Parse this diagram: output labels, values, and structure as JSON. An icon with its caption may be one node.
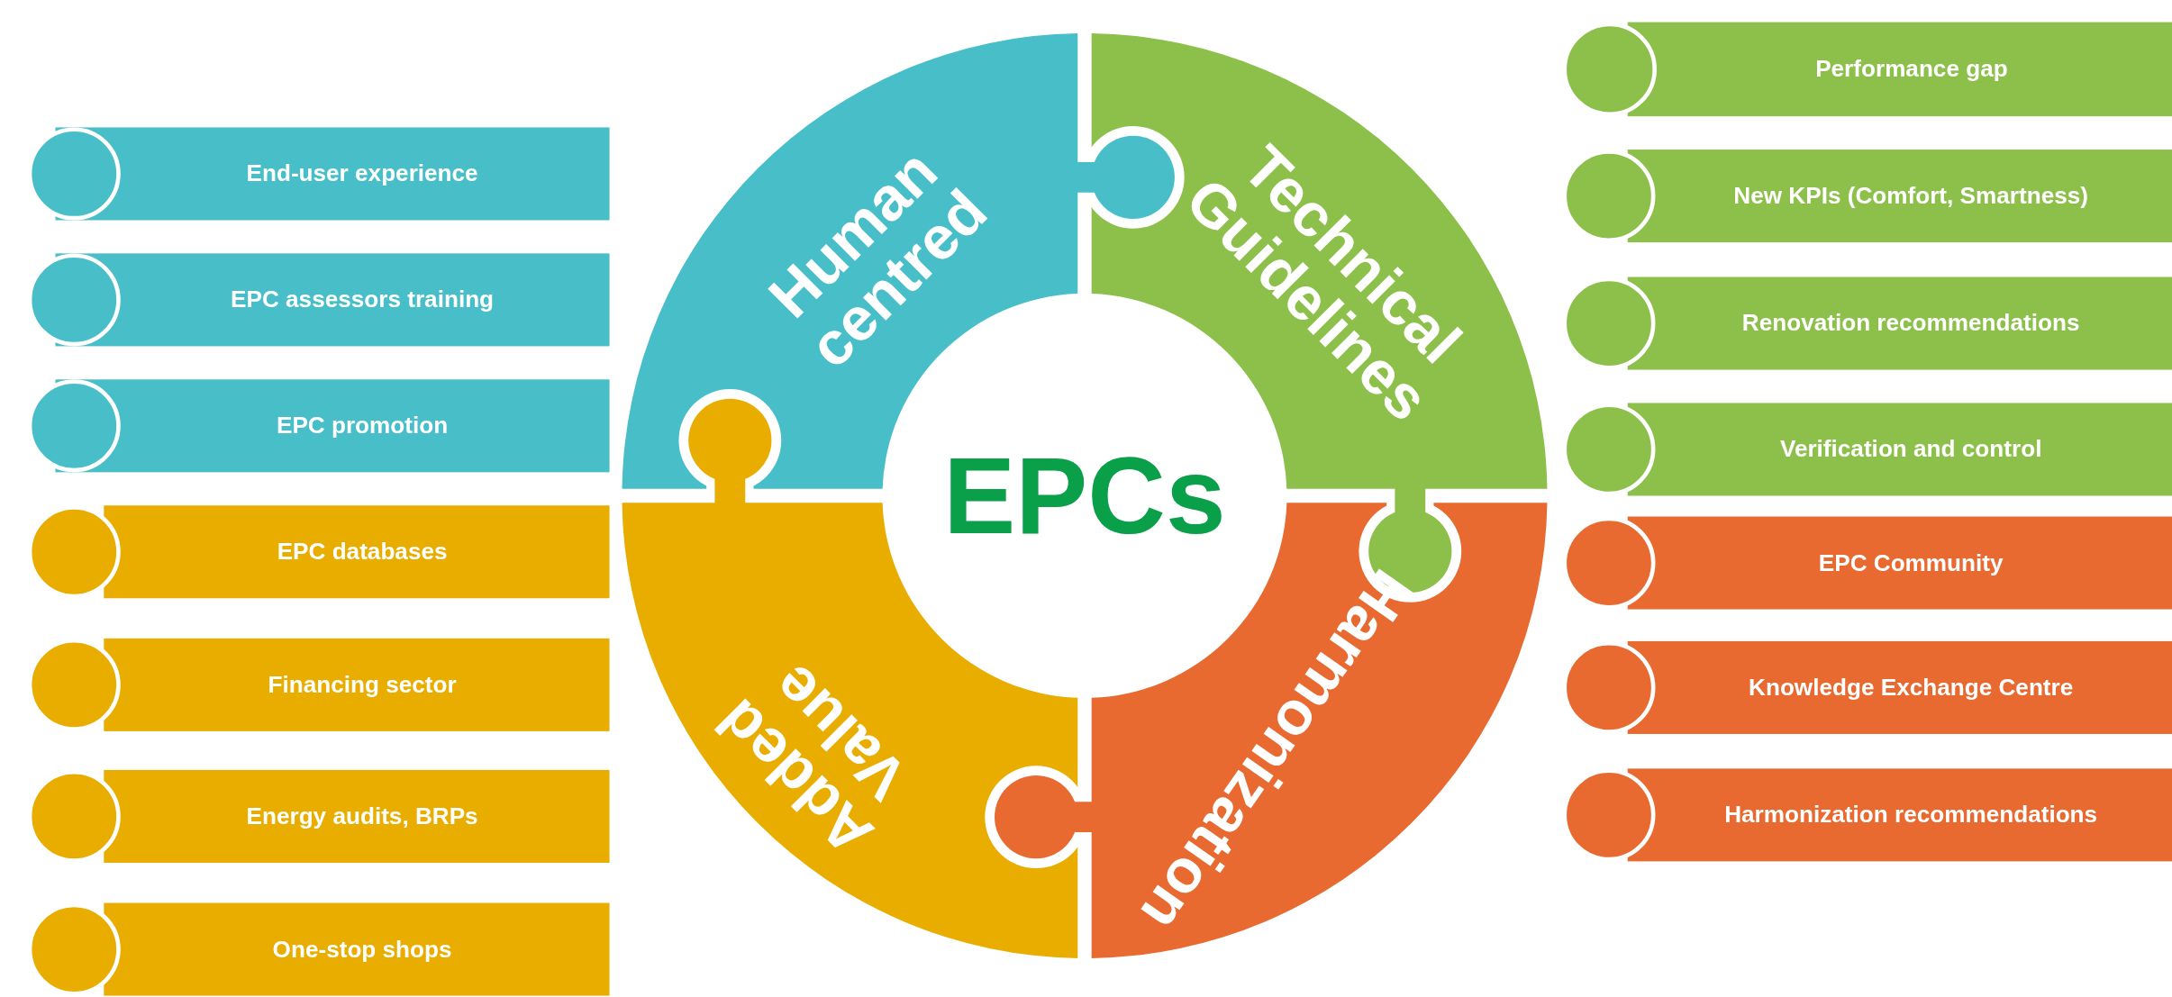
{
  "diagram": {
    "nodes": [
      {
        "text": [
          "EPCs"
        ]
      },
      {
        "text": [
          "Human centred"
        ]
      },
      {
        "text": [
          "Technical Guidelines"
        ]
      },
      {
        "text": [
          "Harmonization"
        ]
      },
      {
        "text": [
          "Added Value"
        ]
      },
      {
        "text": [
          "End-user experience"
        ]
      },
      {
        "text": [
          "EPC assessors training"
        ]
      },
      {
        "text": [
          "EPC promotion"
        ]
      },
      {
        "text": [
          "EPC databases"
        ]
      },
      {
        "text": [
          "Financing sector"
        ]
      },
      {
        "text": [
          "Energy audits, BRPs"
        ]
      },
      {
        "text": [
          "One-stop shops"
        ]
      },
      {
        "text": [
          "Performance gap"
        ]
      },
      {
        "text": [
          "New KPIs (Comfort, Smartness)"
        ]
      },
      {
        "text": [
          "Renovation recommendations"
        ]
      },
      {
        "text": [
          "Verification and control"
        ]
      },
      {
        "text": [
          "EPC Community"
        ]
      },
      {
        "text": [
          "Knowledge Exchange Centre"
        ]
      },
      {
        "text": [
          "Harmonization recommendations"
        ]
      }
    ]
  }
}
